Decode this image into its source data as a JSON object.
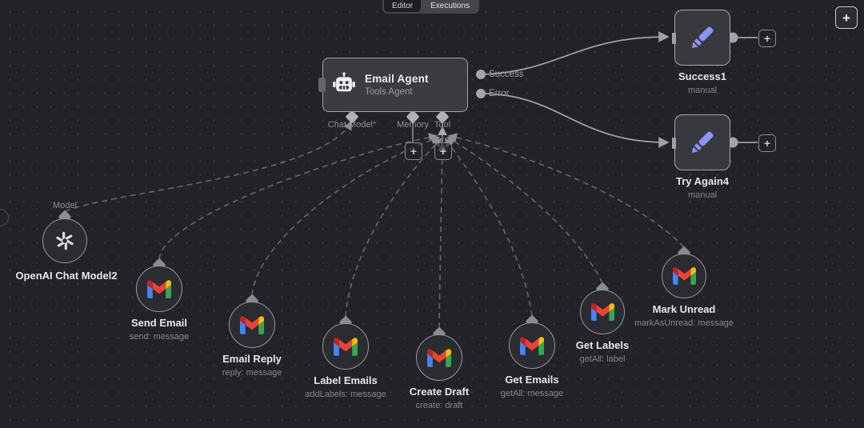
{
  "tabs": {
    "editor": "Editor",
    "executions": "Executions"
  },
  "plus": "+",
  "agent": {
    "title": "Email Agent",
    "subtitle": "Tools Agent",
    "output_success": "Success",
    "output_error": "Error",
    "port_chat_model": "Chat Model",
    "port_chat_model_required": "*",
    "port_memory": "Memory",
    "port_tool": "Tool"
  },
  "result_nodes": {
    "success": {
      "title": "Success1",
      "subtitle": "manual"
    },
    "retry": {
      "title": "Try Again4",
      "subtitle": "manual"
    }
  },
  "model_node": {
    "port": "Model",
    "title": "OpenAI Chat Model2"
  },
  "gmail_tools": [
    {
      "title": "Send Email",
      "subtitle": "send: message"
    },
    {
      "title": "Email Reply",
      "subtitle": "reply: message"
    },
    {
      "title": "Label Emails",
      "subtitle": "addLabels: message"
    },
    {
      "title": "Create Draft",
      "subtitle": "create: draft"
    },
    {
      "title": "Get Emails",
      "subtitle": "getAll: message"
    },
    {
      "title": "Get Labels",
      "subtitle": "getAll: label"
    },
    {
      "title": "Mark Unread",
      "subtitle": "markAsUnread: message"
    }
  ],
  "colors": {
    "canvas_bg": "#232327",
    "node_border": "#a3a5ab",
    "pencil_accent": "#8b93f7",
    "gmail_blue": "#4285f4",
    "gmail_green": "#34a853",
    "gmail_yellow": "#fbbc04",
    "gmail_red": "#ea4335",
    "gmail_dark_red": "#c5221f",
    "required_asterisk": "#e25555"
  }
}
